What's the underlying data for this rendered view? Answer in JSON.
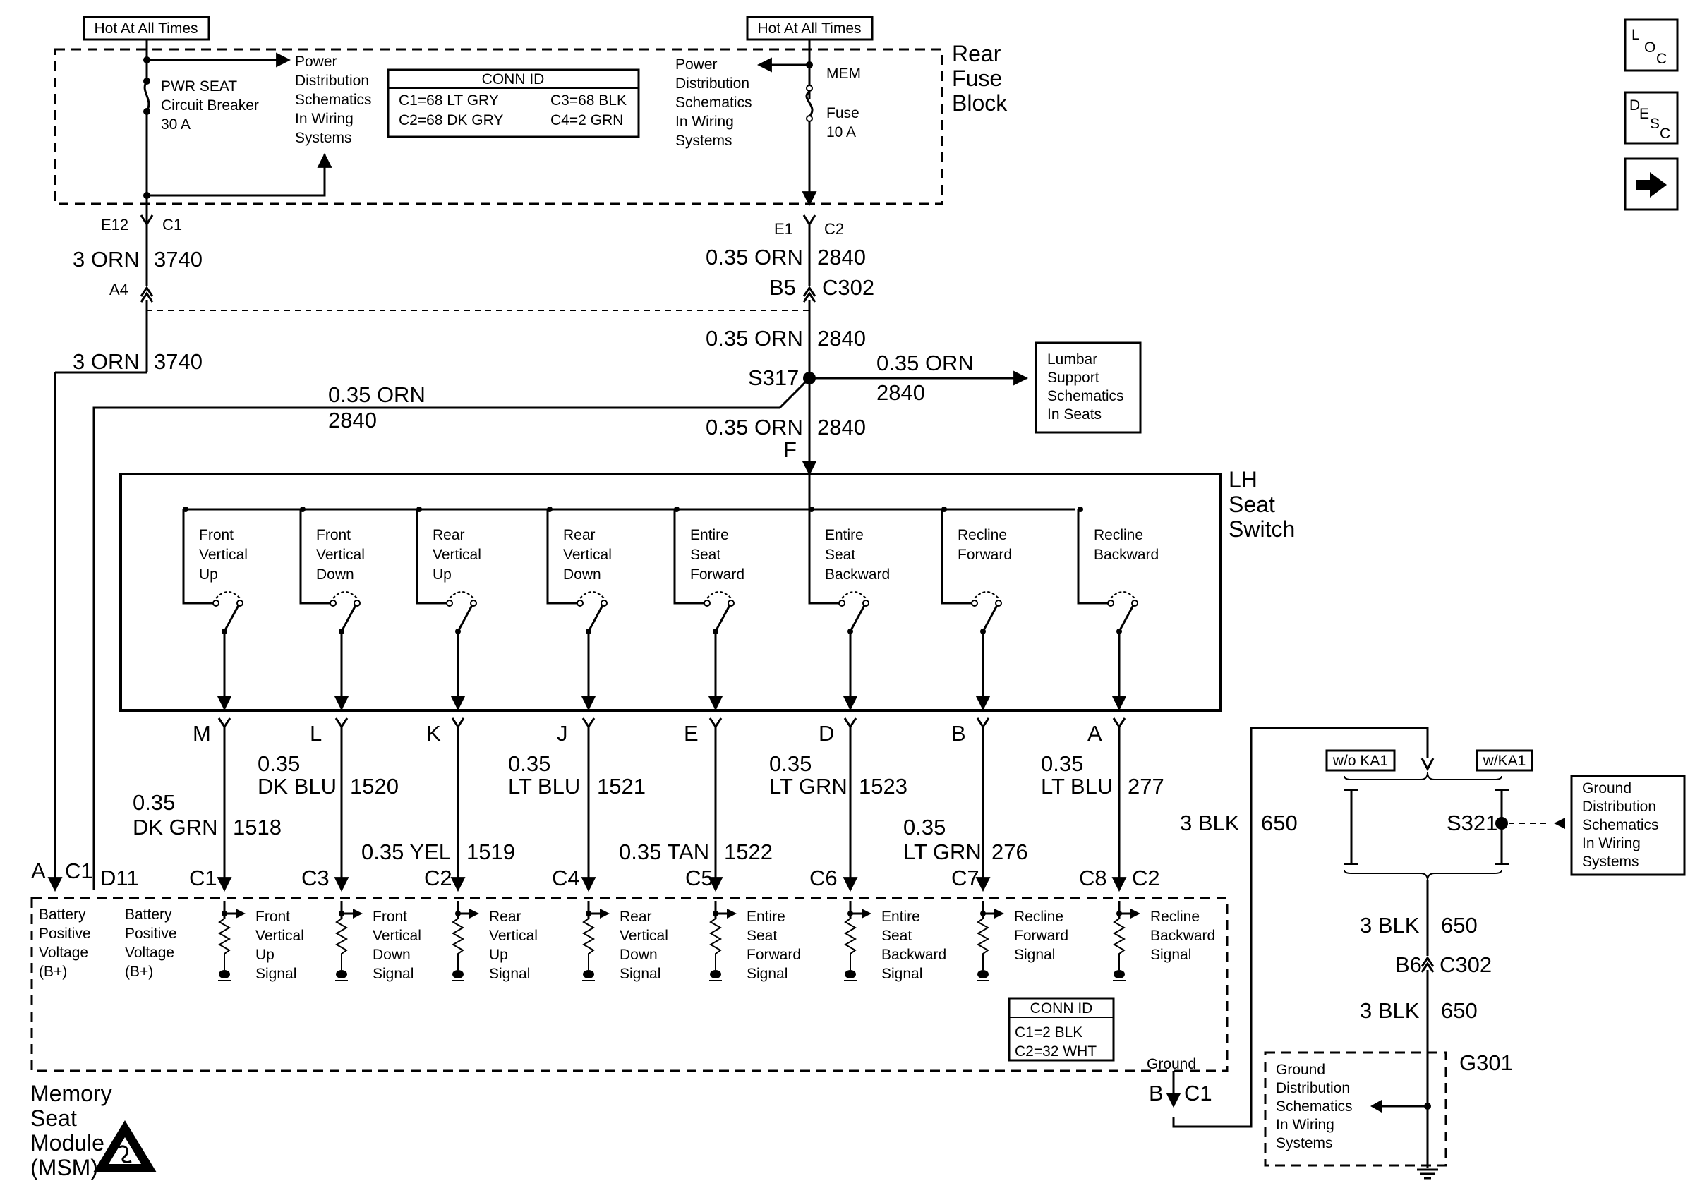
{
  "nav": {
    "loc_l": "L",
    "loc_o": "O",
    "loc_c": "C",
    "desc_d": "D",
    "desc_e": "E",
    "desc_s": "S",
    "desc_c": "C"
  },
  "fuse_block": {
    "hot_left": "Hot At All Times",
    "hot_right": "Hot At All Times",
    "title": [
      "Rear",
      "Fuse",
      "Block"
    ],
    "breaker": [
      "PWR SEAT",
      "Circuit Breaker",
      "30 A"
    ],
    "power_dist_left": [
      "Power",
      "Distribution",
      "Schematics",
      "In Wiring",
      "Systems"
    ],
    "power_dist_right": [
      "Power",
      "Distribution",
      "Schematics",
      "In Wiring",
      "Systems"
    ],
    "mem_label": "MEM",
    "fuse": [
      "Fuse",
      "10 A"
    ],
    "conn_title": "CONN ID",
    "conn_rows": [
      [
        "C1=68 LT GRY",
        "C3=68 BLK"
      ],
      [
        "C2=68 DK GRY",
        "C4=2 GRN"
      ]
    ]
  },
  "wires": {
    "e12": "E12",
    "e12_c": "C1",
    "w3740a": "3 ORN",
    "n3740a": "3740",
    "a4": "A4",
    "w3740b": "3 ORN",
    "n3740b": "3740",
    "e1": "E1",
    "e1_c": "C2",
    "w2840a": "0.35 ORN",
    "n2840a": "2840",
    "b5": "B5",
    "c302a": "C302",
    "w2840b": "0.35 ORN",
    "n2840b": "2840",
    "s317": "S317",
    "w2840c": "0.35 ORN",
    "n2840c": "2840",
    "w2840d": "0.35 ORN",
    "n2840d": "2840",
    "w2840e": "0.35 ORN",
    "n2840e": "2840",
    "f": "F"
  },
  "lumbar": [
    "Lumbar",
    "Support",
    "Schematics",
    "In Seats"
  ],
  "seat_switch": {
    "title": [
      "LH",
      "Seat",
      "Switch"
    ],
    "switches": [
      [
        "Front",
        "Vertical",
        "Up"
      ],
      [
        "Front",
        "Vertical",
        "Down"
      ],
      [
        "Rear",
        "Vertical",
        "Up"
      ],
      [
        "Rear",
        "Vertical",
        "Down"
      ],
      [
        "Entire",
        "Seat",
        "Forward"
      ],
      [
        "Entire",
        "Seat",
        "Backward"
      ],
      [
        "Recline",
        "Forward"
      ],
      [
        "Recline",
        "Backward"
      ]
    ],
    "pins": [
      "M",
      "L",
      "K",
      "J",
      "E",
      "D",
      "B",
      "A"
    ]
  },
  "signal_wires": [
    {
      "size": "0.35",
      "color": "DK GRN",
      "num": "1518",
      "pin": "C1"
    },
    {
      "size": "0.35",
      "color": "DK BLU",
      "num": "1520",
      "pin": "C3"
    },
    {
      "size": "",
      "color": "0.35 YEL",
      "num": "1519",
      "pin": "C2"
    },
    {
      "size": "0.35",
      "color": "LT BLU",
      "num": "1521",
      "pin": "C4"
    },
    {
      "size": "",
      "color": "0.35 TAN",
      "num": "1522",
      "pin": "C5"
    },
    {
      "size": "0.35",
      "color": "LT GRN",
      "num": "1523",
      "pin": "C6"
    },
    {
      "size": "0.35",
      "color": "LT GRN",
      "num": "276",
      "pin": "C7"
    },
    {
      "size": "0.35",
      "color": "LT BLU",
      "num": "277",
      "pin": "C8"
    }
  ],
  "msm": {
    "pin_a": "A",
    "pin_a_c": "C1",
    "pin_d11": "D11",
    "pin_c8_conn": "C2",
    "inputs": [
      [
        "Battery",
        "Positive",
        "Voltage",
        "(B+)"
      ],
      [
        "Battery",
        "Positive",
        "Voltage",
        "(B+)"
      ],
      [
        "Front",
        "Vertical",
        "Up",
        "Signal"
      ],
      [
        "Front",
        "Vertical",
        "Down",
        "Signal"
      ],
      [
        "Rear",
        "Vertical",
        "Up",
        "Signal"
      ],
      [
        "Rear",
        "Vertical",
        "Down",
        "Signal"
      ],
      [
        "Entire",
        "Seat",
        "Forward",
        "Signal"
      ],
      [
        "Entire",
        "Seat",
        "Backward",
        "Signal"
      ],
      [
        "Recline",
        "Forward",
        "Signal"
      ],
      [
        "Recline",
        "Backward",
        "Signal"
      ]
    ],
    "conn_title": "CONN ID",
    "conn_rows": [
      "C1=2 BLK",
      "C2=32 WHT"
    ],
    "ground_label": "Ground",
    "pin_b": "B",
    "pin_b_c": "C1",
    "title": [
      "Memory",
      "Seat",
      "Module",
      "(MSM)"
    ]
  },
  "ground": {
    "w650a": "3 BLK",
    "n650a": "650",
    "wo_ka1": "w/o KA1",
    "w_ka1": "w/KA1",
    "s321": "S321",
    "gd1": [
      "Ground",
      "Distribution",
      "Schematics",
      "In Wiring",
      "Systems"
    ],
    "w650b": "3 BLK",
    "n650b": "650",
    "b6": "B6",
    "c302": "C302",
    "w650c": "3 BLK",
    "n650c": "650",
    "g301": "G301",
    "gd2": [
      "Ground",
      "Distribution",
      "Schematics",
      "In Wiring",
      "Systems"
    ]
  }
}
